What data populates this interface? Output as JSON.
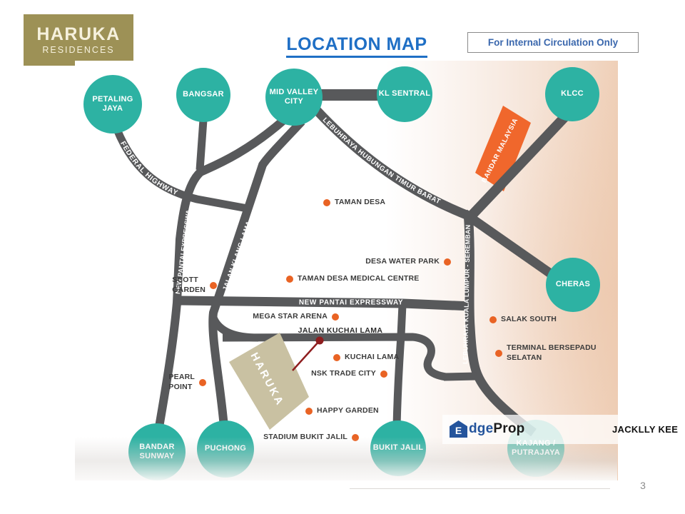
{
  "slide": {
    "logo": {
      "title": "HARUKA",
      "subtitle": "RESIDENCES"
    },
    "title": "LOCATION MAP",
    "notice": "For Internal Circulation Only",
    "author": "JACKLLY KEE",
    "page_number": "3",
    "brand": {
      "house_letter": "E",
      "name_mid": "dge",
      "name_end": "Prop"
    }
  },
  "map": {
    "nodes": [
      {
        "id": "petaling-jaya",
        "lines": [
          "PETALING",
          "JAYA"
        ]
      },
      {
        "id": "bangsar",
        "lines": [
          "BANGSAR"
        ]
      },
      {
        "id": "mid-valley-city",
        "lines": [
          "MID VALLEY",
          "CITY"
        ]
      },
      {
        "id": "kl-sentral",
        "lines": [
          "KL SENTRAL"
        ]
      },
      {
        "id": "klcc",
        "lines": [
          "KLCC"
        ]
      },
      {
        "id": "cheras",
        "lines": [
          "CHERAS"
        ]
      },
      {
        "id": "bandar-sunway",
        "lines": [
          "BANDAR",
          "SUNWAY"
        ]
      },
      {
        "id": "puchong",
        "lines": [
          "PUCHONG"
        ]
      },
      {
        "id": "bukit-jalil",
        "lines": [
          "BUKIT JALIL"
        ]
      },
      {
        "id": "kajang-putrajaya",
        "lines": [
          "KAJANG /",
          "PUTRAJAYA"
        ]
      }
    ],
    "areas": [
      {
        "id": "bandar-malaysia",
        "label": "BANDAR MALAYSIA"
      },
      {
        "id": "haruka-site",
        "label": "HARUKA"
      }
    ],
    "road_labels": [
      {
        "id": "federal-highway",
        "label": "FEDERAL HIGHWAY"
      },
      {
        "id": "new-pantai-expressway-vertical",
        "label": "NEW PANTAI EXPRESSWAY"
      },
      {
        "id": "jalan-klang-lama",
        "label": "JALAN KLANG LAMA"
      },
      {
        "id": "lebuhraya-hubungan-timur-barat",
        "label": "LEBUHRAYA HUBUNGAN TIMUR BARAT"
      },
      {
        "id": "lebuhraya-kl-seremban",
        "label": "LEBUHRAYA KUALA LUMPUR - SEREMBAN"
      },
      {
        "id": "new-pantai-expressway-horizontal",
        "label": "NEW PANTAI EXPRESSWAY"
      },
      {
        "id": "jalan-kuchai-lama",
        "label": "JALAN KUCHAI LAMA"
      }
    ],
    "pois": [
      {
        "id": "taman-desa",
        "lines": [
          "TAMAN DESA"
        ]
      },
      {
        "id": "desa-water-park",
        "lines": [
          "DESA WATER PARK"
        ]
      },
      {
        "id": "taman-desa-medical-centre",
        "lines": [
          "TAMAN DESA MEDICAL CENTRE"
        ]
      },
      {
        "id": "scott-garden",
        "lines": [
          "SCOTT",
          "GARDEN"
        ]
      },
      {
        "id": "mega-star-arena",
        "lines": [
          "MEGA STAR ARENA"
        ]
      },
      {
        "id": "salak-south",
        "lines": [
          "SALAK SOUTH"
        ]
      },
      {
        "id": "terminal-bersepadu-selatan",
        "lines": [
          "TERMINAL BERSEPADU",
          "SELATAN"
        ]
      },
      {
        "id": "kuchai-lama",
        "lines": [
          "KUCHAI LAMA"
        ]
      },
      {
        "id": "nsk-trade-city",
        "lines": [
          "NSK TRADE CITY"
        ]
      },
      {
        "id": "pearl-point",
        "lines": [
          "PEARL",
          "POINT"
        ]
      },
      {
        "id": "happy-garden",
        "lines": [
          "HAPPY GARDEN"
        ]
      },
      {
        "id": "stadium-bukit-jalil",
        "lines": [
          "STADIUM BUKIT JALIL"
        ]
      }
    ],
    "colors": {
      "node_teal": "#2db2a3",
      "road_gray": "#58595b",
      "poi_orange": "#e96324",
      "site_khaki": "#c9c1a2",
      "area_orange": "#f0672c",
      "marker_red": "#8e1d1e",
      "title_blue": "#1f6fc5",
      "logo_olive": "#9d9156"
    }
  }
}
